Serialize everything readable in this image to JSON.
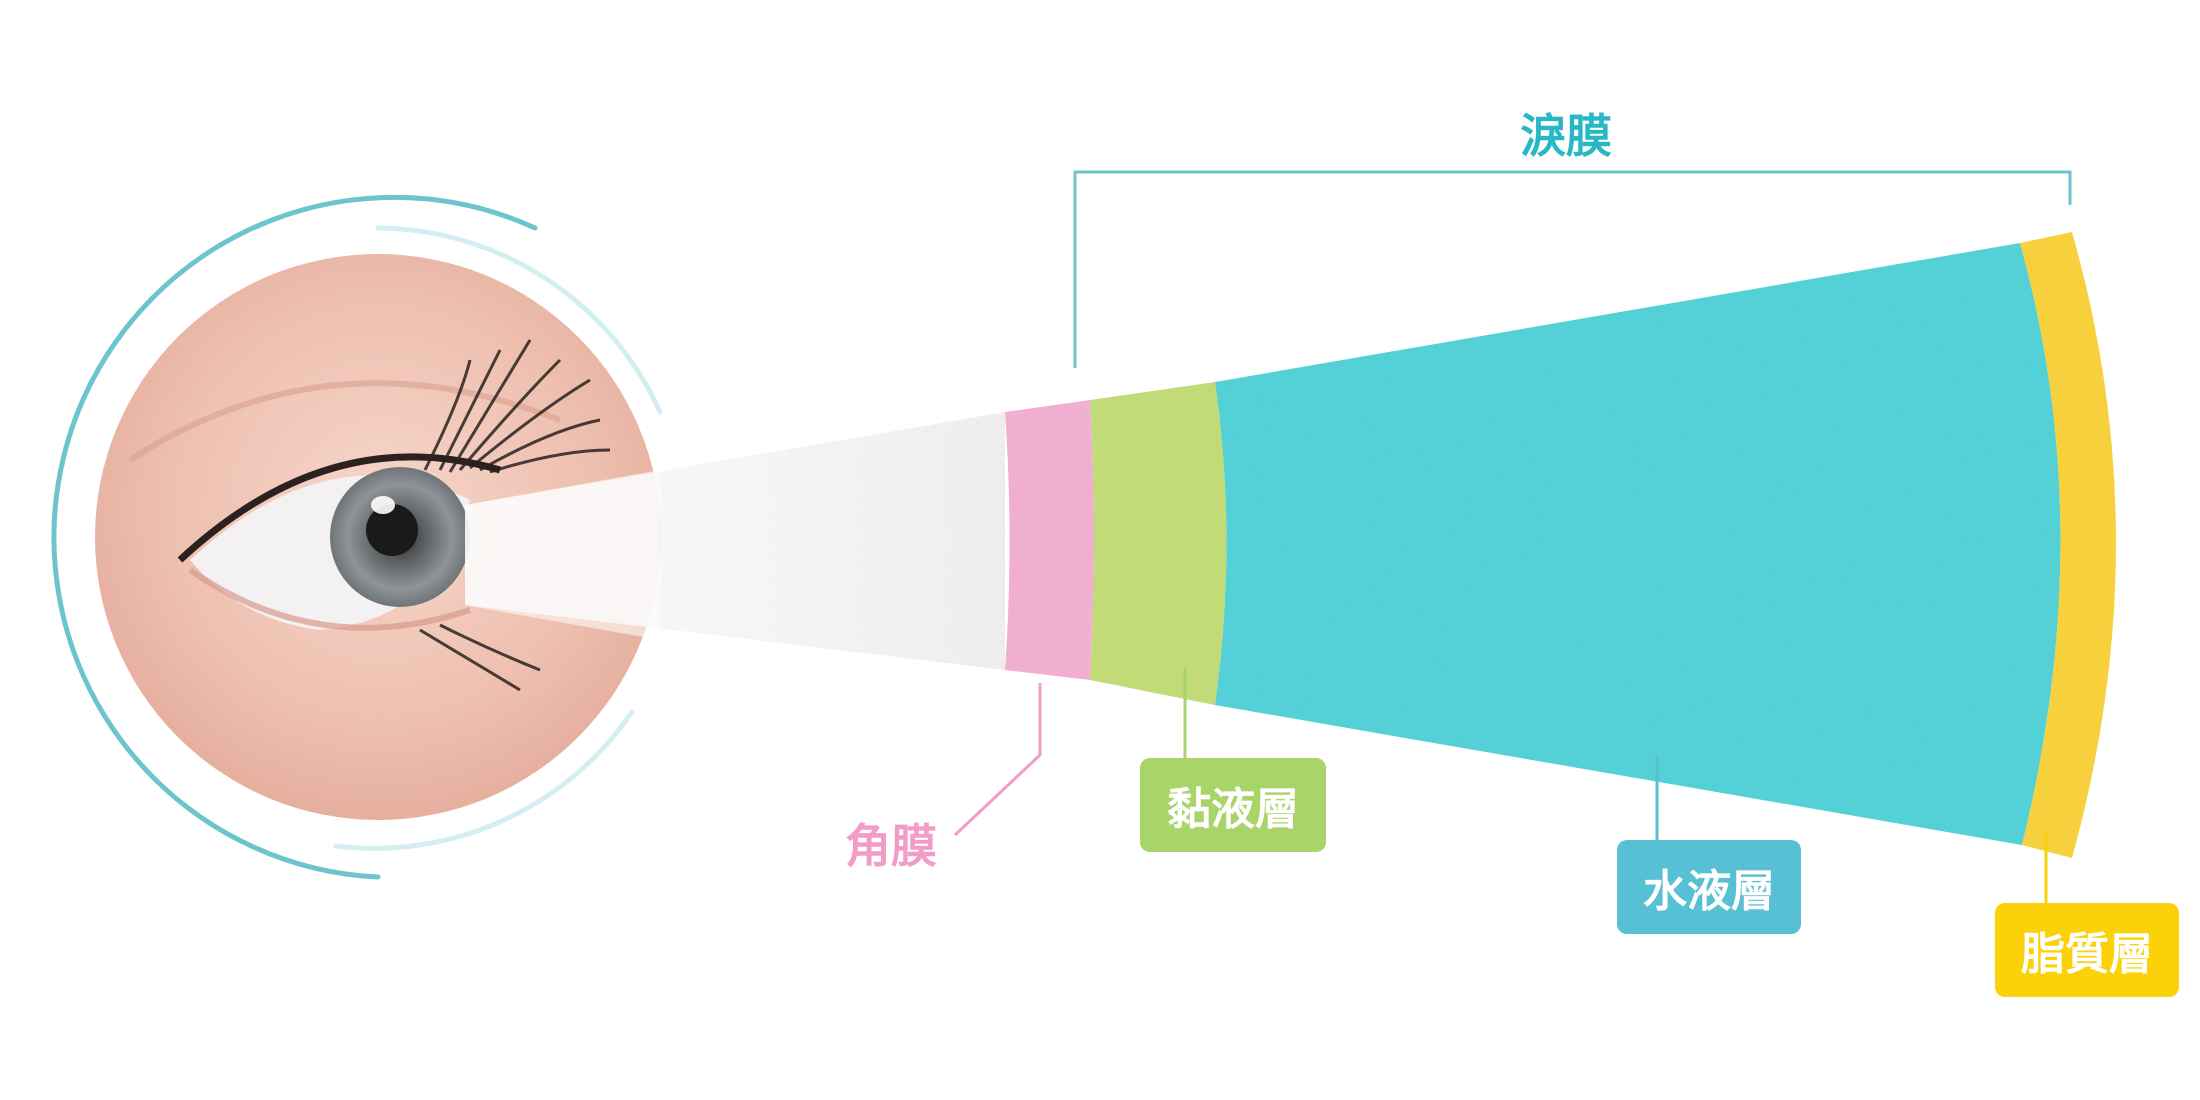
{
  "labels": {
    "tear_film": "淚膜",
    "cornea": "角膜",
    "mucin_layer": "黏液層",
    "aqueous_layer": "水液層",
    "lipid_layer": "脂質層"
  },
  "colors": {
    "teal_line": "#6cc4cc",
    "cornea": "#f6b3d6",
    "mucin": "#c6e07a",
    "aqueous": "#57d6dc",
    "lipid": "#fdd640",
    "mucin_tag": "#a9d46a",
    "aqueous_tag": "#58c0d4",
    "lipid_tag": "#fbd10a",
    "cornea_text": "#f29cc8"
  }
}
